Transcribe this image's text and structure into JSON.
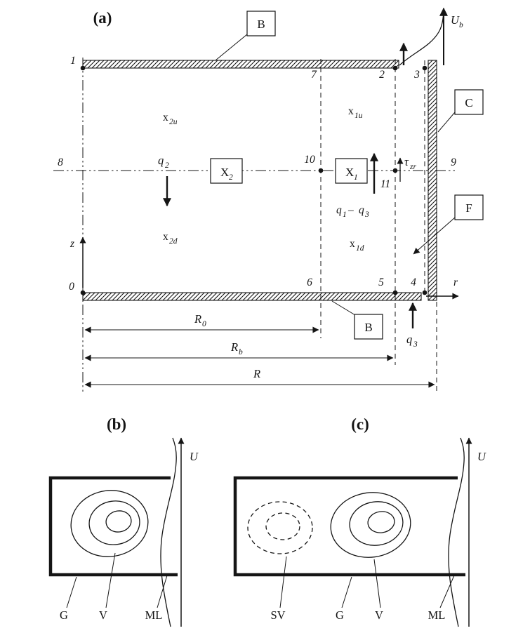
{
  "figure": {
    "ink": "#151515",
    "bg": "#ffffff"
  },
  "panel_a": {
    "title": "(a)",
    "points": {
      "p0": "0",
      "p1": "1",
      "p2": "2",
      "p3": "3",
      "p4": "4",
      "p5": "5",
      "p6": "6",
      "p7": "7",
      "p8": "8",
      "p9": "9",
      "p10": "10",
      "p11": "11"
    },
    "axis_z": "z",
    "axis_r": "r",
    "box_b_top": "B",
    "box_c": "C",
    "box_f": "F",
    "box_b_bottom": "B",
    "ub": {
      "base": "U",
      "sub": "b"
    },
    "q2": {
      "base": "q",
      "sub": "2"
    },
    "q3": {
      "base": "q",
      "sub": "3"
    },
    "q13": {
      "q1_base": "q",
      "q1_sub": "1",
      "minus": "–",
      "q3_base": "q",
      "q3_sub": "3"
    },
    "tau": {
      "base": "τ",
      "sub": "zr"
    },
    "x_big2": {
      "base": "X",
      "sub": "2"
    },
    "x_big1": {
      "base": "X",
      "sub": "1"
    },
    "x2u": {
      "base": "x",
      "sub": "2u"
    },
    "x1u": {
      "base": "x",
      "sub": "1u"
    },
    "x2d": {
      "base": "x",
      "sub": "2d"
    },
    "x1d": {
      "base": "x",
      "sub": "1d"
    },
    "r0": {
      "base": "R",
      "sub": "0"
    },
    "rb": {
      "base": "R",
      "sub": "b"
    },
    "r_dim": "R"
  },
  "panel_b": {
    "title": "(b)",
    "u": "U",
    "g": "G",
    "v": "V",
    "ml": "ML"
  },
  "panel_c": {
    "title": "(c)",
    "u": "U",
    "sv": "SV",
    "g": "G",
    "v": "V",
    "ml": "ML"
  }
}
